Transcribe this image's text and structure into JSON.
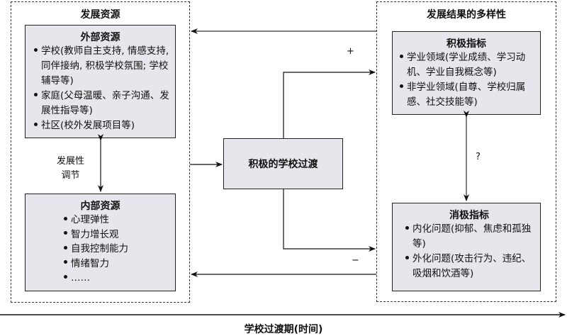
{
  "left_panel": {
    "title": "发展资源",
    "external": {
      "title": "外部资源",
      "items": [
        "学校(教师自主支持, 情感支持, 同伴接纳, 积极学校氛围; 学校辅导等)",
        "家庭(父母温暖、亲子沟通、发展性指导等)",
        "社区(校外发展项目等)"
      ]
    },
    "link_label_line1": "发展性",
    "link_label_line2": "调节",
    "internal": {
      "title": "内部资源",
      "items": [
        "心理弹性",
        "智力增长观",
        "自我控制能力",
        "情绪智力",
        "……"
      ]
    }
  },
  "center": {
    "title": "积极的学校过渡"
  },
  "right_panel": {
    "title": "发展结果的多样性",
    "positive": {
      "title": "积极指标",
      "items": [
        "学业领域(学业成绩、学习动机、学业自我概念等)",
        "非学业领域(自尊、学校归属感、社交技能等)"
      ]
    },
    "link_label": "?",
    "negative": {
      "title": "消极指标",
      "items": [
        "内化问题(抑郁、焦虑和孤独等)",
        "外化问题(攻击行为、违纪、吸烟和饮酒等)"
      ]
    }
  },
  "signs": {
    "plus": "+",
    "minus": "−"
  },
  "timeline": {
    "label": "学校过渡期(时间)"
  }
}
